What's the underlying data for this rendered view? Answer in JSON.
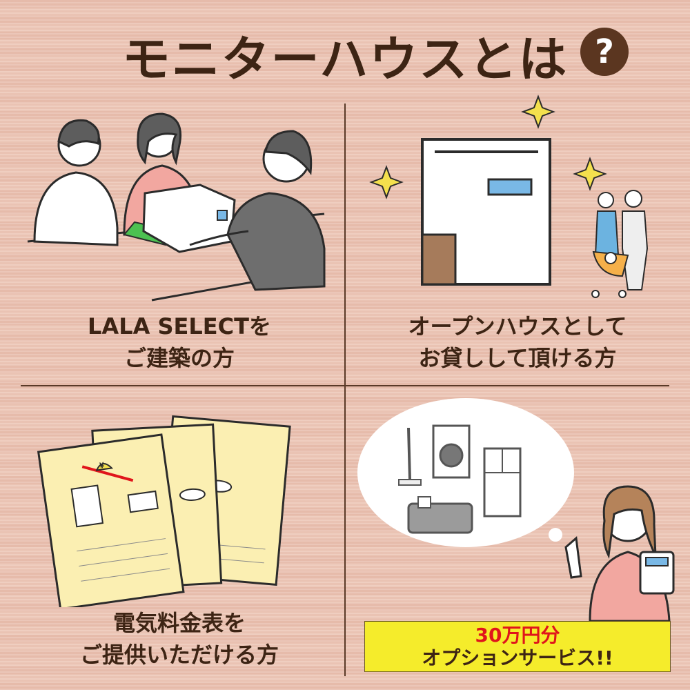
{
  "title": "モニターハウスとは",
  "title_icon": "?",
  "panels": [
    {
      "caption_line1": "LALA SELECTを",
      "caption_line2": "ご建築の方"
    },
    {
      "caption_line1": "オープンハウスとして",
      "caption_line2": "お貸しして頂ける方"
    },
    {
      "caption_line1": "電気料金表を",
      "caption_line2": "ご提供いただける方"
    }
  ],
  "offer": {
    "line1": "30万円分",
    "line2": "オプションサービス!!"
  },
  "bill_currency_icon": "¥",
  "colors": {
    "heading": "#3d2414",
    "offer_bg": "#f5ec2b",
    "offer_accent": "#e0151b",
    "question_badge": "#5b3620"
  }
}
